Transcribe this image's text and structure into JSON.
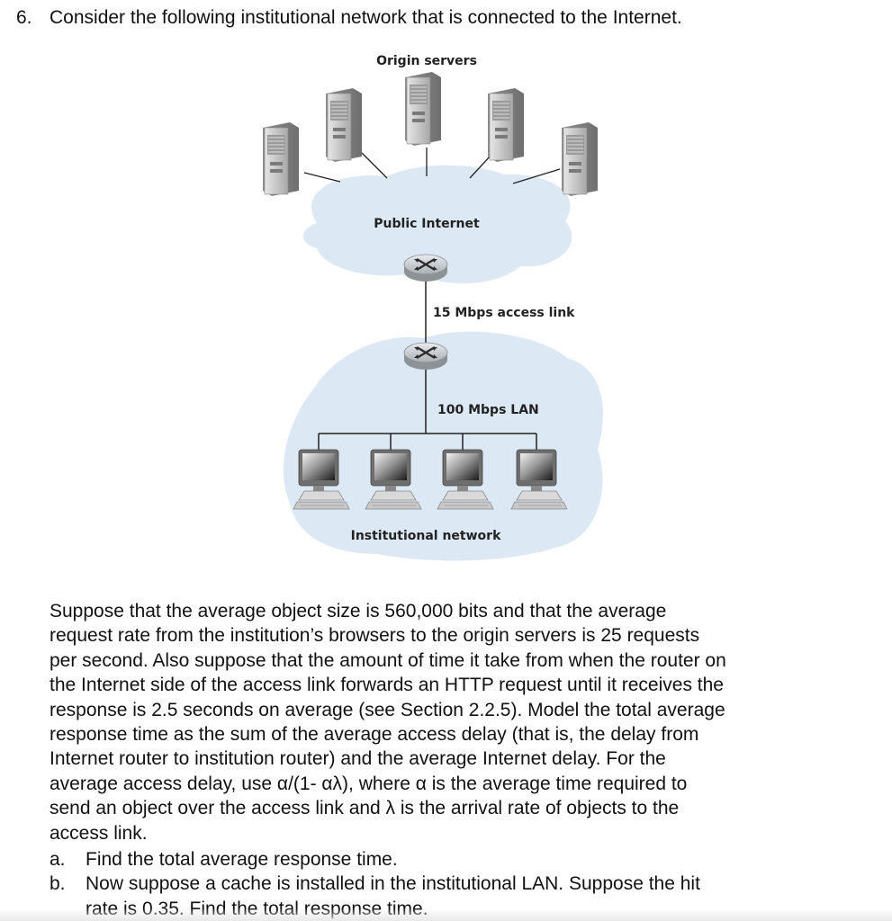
{
  "question": {
    "number": "6.",
    "text": "Consider the following institutional network that is connected to the Internet."
  },
  "diagram": {
    "origin_label": "Origin servers",
    "internet_label": "Public Internet",
    "access_link_label": "15 Mbps access link",
    "lan_label": "100 Mbps LAN",
    "institution_label": "Institutional network",
    "colors": {
      "cloud": "#dce9f5",
      "server": "#c9c9c9",
      "router": "#bfc3c7",
      "link": "#222222"
    }
  },
  "paragraph": [
    "Suppose that the average object size is 560,000 bits and that the average",
    "request rate from the institution’s browsers to the origin servers is 25 requests",
    "per second. Also suppose that the amount of time it take from when the router on",
    "the Internet side of the access link  forwards an HTTP request until it receives the",
    "response is 2.5 seconds on average (see Section 2.2.5). Model the total average",
    "response time as the sum of the average access delay (that is, the delay from",
    "Internet router to institution router) and the average Internet delay. For the",
    "average access delay, use α/(1- αλ), where α is the average time required to",
    "send an object over the access link and λ is the arrival rate of objects to the",
    "access link."
  ],
  "items": [
    {
      "marker": "a.",
      "lines": [
        "Find the total average response time."
      ]
    },
    {
      "marker": "b.",
      "lines": [
        "Now suppose a cache is installed in the institutional LAN. Suppose the hit",
        "rate is 0.35. Find the total response time."
      ]
    }
  ]
}
